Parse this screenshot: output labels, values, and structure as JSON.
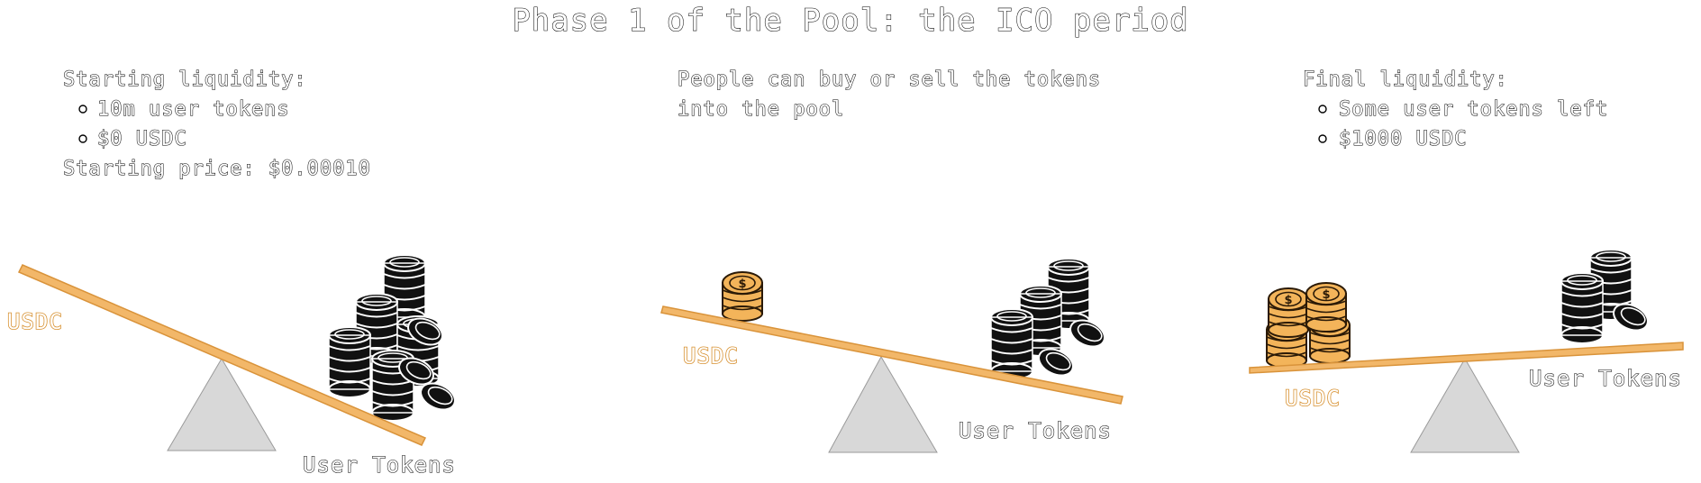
{
  "title": "Phase 1 of the Pool: the ICO period",
  "colors": {
    "plank": "#f2b769",
    "plank_edge": "#d9933a",
    "gold_coin": "#f3b45a",
    "gold_coin_dark": "#2b1a07",
    "black_coin": "#111111",
    "fulcrum": "#d8d8d8"
  },
  "panels": [
    {
      "heading": "Starting liquidity:",
      "bullets": [
        "10m user tokens",
        "$0 USDC"
      ],
      "footer": "Starting price: $0.00010",
      "left_label": "USDC",
      "right_label": "User Tokens",
      "tilt": "right-side down"
    },
    {
      "lines": [
        "People can buy or sell the tokens",
        "into the pool"
      ],
      "left_label": "USDC",
      "right_label": "User Tokens",
      "tilt": "right-side slightly down"
    },
    {
      "heading": "Final liquidity:",
      "bullets": [
        "Some user tokens left",
        "$1000 USDC"
      ],
      "left_label": "USDC",
      "right_label": "User Tokens",
      "tilt": "left-side slightly down"
    }
  ],
  "icons": {
    "black_coin": "token-coin-stack-icon",
    "gold_coin": "usdc-dollar-coin-icon"
  }
}
